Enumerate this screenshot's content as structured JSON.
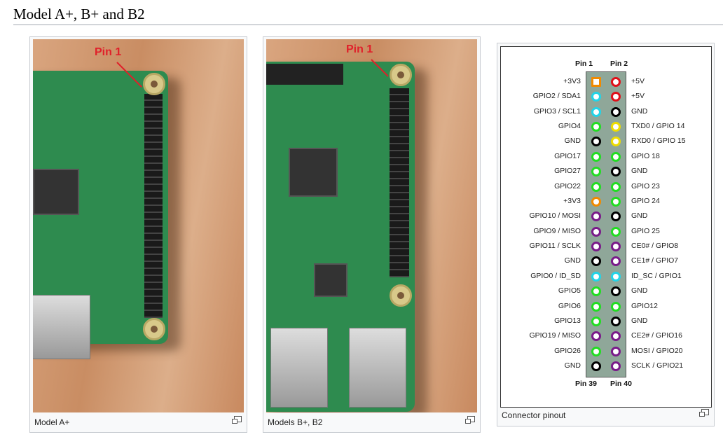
{
  "heading": "Model A+, B+ and B2",
  "figures": [
    {
      "caption": "Model A+",
      "annotation": "Pin 1"
    },
    {
      "caption": "Models B+, B2",
      "annotation": "Pin 1"
    },
    {
      "caption": "Connector pinout"
    }
  ],
  "pinout": {
    "top_left": "Pin 1",
    "top_right": "Pin 2",
    "bottom_left": "Pin 39",
    "bottom_right": "Pin 40",
    "colors": {
      "power3v3": "#f08a00",
      "power5v": "#e0101a",
      "i2c": "#22d4e8",
      "gpio": "#22dd22",
      "gnd": "#000000",
      "uart": "#eedd00",
      "spi": "#7a1a8a"
    },
    "rows": [
      {
        "left": "+3V3",
        "lc": "power3v3",
        "right": "+5V",
        "rc": "power5v"
      },
      {
        "left": "GPIO2 / SDA1",
        "lc": "i2c",
        "right": "+5V",
        "rc": "power5v"
      },
      {
        "left": "GPIO3 / SCL1",
        "lc": "i2c",
        "right": "GND",
        "rc": "gnd"
      },
      {
        "left": "GPIO4",
        "lc": "gpio",
        "right": "TXD0 / GPIO 14",
        "rc": "uart"
      },
      {
        "left": "GND",
        "lc": "gnd",
        "right": "RXD0 / GPIO 15",
        "rc": "uart"
      },
      {
        "left": "GPIO17",
        "lc": "gpio",
        "right": "GPIO 18",
        "rc": "gpio"
      },
      {
        "left": "GPIO27",
        "lc": "gpio",
        "right": "GND",
        "rc": "gnd"
      },
      {
        "left": "GPIO22",
        "lc": "gpio",
        "right": "GPIO 23",
        "rc": "gpio"
      },
      {
        "left": "+3V3",
        "lc": "power3v3",
        "right": "GPIO 24",
        "rc": "gpio"
      },
      {
        "left": "GPIO10 / MOSI",
        "lc": "spi",
        "right": "GND",
        "rc": "gnd"
      },
      {
        "left": "GPIO9 / MISO",
        "lc": "spi",
        "right": "GPIO 25",
        "rc": "gpio"
      },
      {
        "left": "GPIO11 / SCLK",
        "lc": "spi",
        "right": "CE0# / GPIO8",
        "rc": "spi"
      },
      {
        "left": "GND",
        "lc": "gnd",
        "right": "CE1# / GPIO7",
        "rc": "spi"
      },
      {
        "left": "GPIO0 / ID_SD",
        "lc": "i2c",
        "right": "ID_SC / GPIO1",
        "rc": "i2c"
      },
      {
        "left": "GPIO5",
        "lc": "gpio",
        "right": "GND",
        "rc": "gnd"
      },
      {
        "left": "GPIO6",
        "lc": "gpio",
        "right": "GPIO12",
        "rc": "gpio"
      },
      {
        "left": "GPIO13",
        "lc": "gpio",
        "right": "GND",
        "rc": "gnd"
      },
      {
        "left": "GPIO19 / MISO",
        "lc": "spi",
        "right": "CE2# / GPIO16",
        "rc": "spi"
      },
      {
        "left": "GPIO26",
        "lc": "gpio",
        "right": "MOSI / GPIO20",
        "rc": "spi"
      },
      {
        "left": "GND",
        "lc": "gnd",
        "right": "SCLK / GPIO21",
        "rc": "spi"
      }
    ]
  }
}
